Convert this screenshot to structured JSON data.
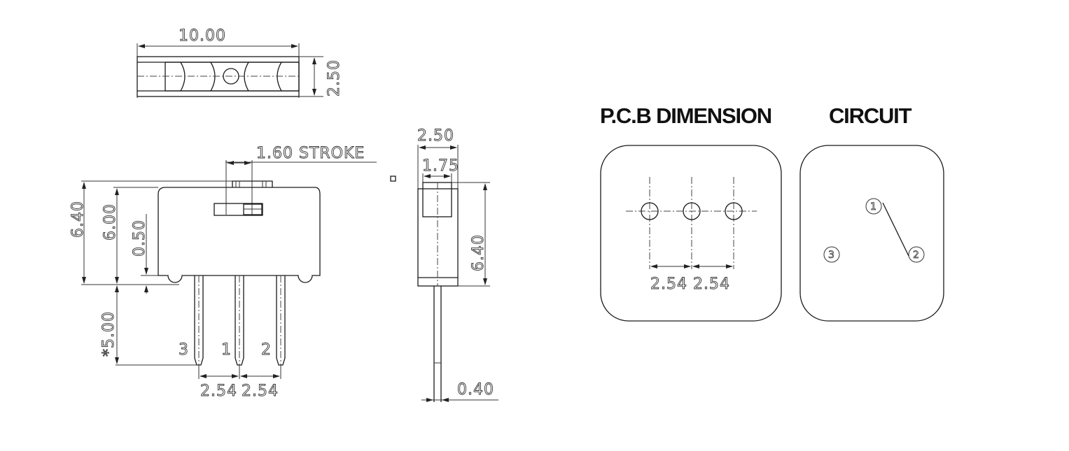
{
  "top_view": {
    "width_dim": "10.00",
    "height_dim": "2.50"
  },
  "front_view": {
    "stroke_label": "1.60 STROKE",
    "height_total": "6.40",
    "height_body": "6.00",
    "standoff": "0.50",
    "pin_length": "*5.00",
    "pin_labels": [
      "3",
      "1",
      "2"
    ],
    "pitch_1": "2.54",
    "pitch_2": "2.54"
  },
  "side_view": {
    "width_dim": "2.50",
    "actuator_dim": "1.75",
    "height_dim": "6.40",
    "pin_dim": "0.40"
  },
  "pcb": {
    "title": "P.C.B DIMENSION",
    "pitch_1": "2.54",
    "pitch_2": "2.54"
  },
  "circuit": {
    "title": "CIRCUIT",
    "nodes": [
      "1",
      "2",
      "3"
    ]
  },
  "colors": {
    "line": "#1a1a1a",
    "background": "#ffffff"
  }
}
